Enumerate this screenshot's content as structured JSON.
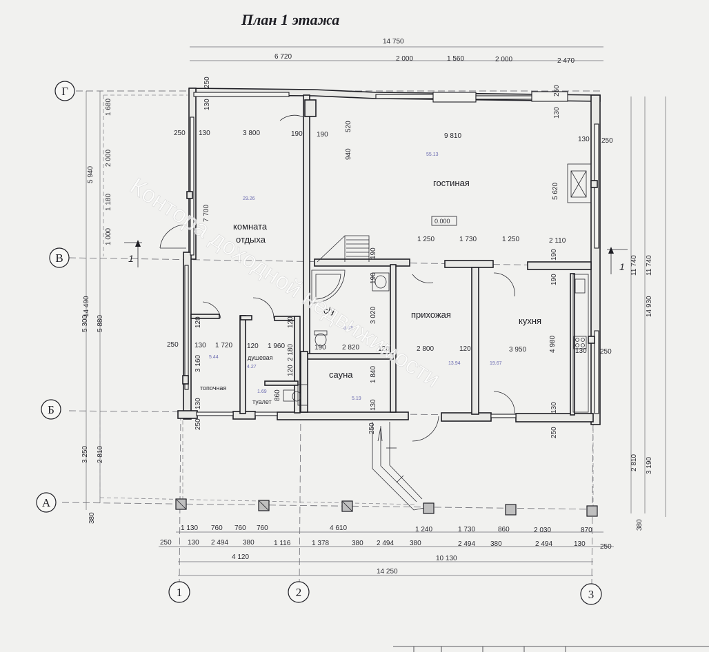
{
  "title": "План 1 этажа",
  "axes": {
    "rows": [
      "Г",
      "В",
      "Б",
      "А"
    ],
    "cols": [
      "1",
      "2",
      "3"
    ]
  },
  "section_marks": [
    "1",
    "1"
  ],
  "rooms": {
    "gostinaya": "гостиная",
    "komnata_line1": "комната",
    "komnata_line2": "отдыха",
    "su": "с/у",
    "prihozhaya": "прихожая",
    "kuhnya": "кухня",
    "sauna": "сауна",
    "dushevaya": "душевая",
    "topochnaya": "топочная",
    "tualet": "туалет",
    "level_mark": "0.000"
  },
  "areas": {
    "gostinaya": "55.13",
    "komnata": "29.26",
    "su": "6.43",
    "prihozhaya": "13.94",
    "kuhnya": "19.67",
    "sauna": "5.19",
    "dushevaya": "4.27",
    "topochnaya": "5.44",
    "tualet": "1.69"
  },
  "dimensions": {
    "top_total": "14 750",
    "top_6720": "6 720",
    "top_2000a": "2 000",
    "top_1560": "1 560",
    "top_2000b": "2 000",
    "top_2470": "2 470",
    "left_14490": "14 490",
    "left_5940": "5 940",
    "left_5300": "5 300",
    "left_5880": "5 880",
    "left_3250": "3 250",
    "left_2810": "2 810",
    "left_1680": "1 680",
    "left_2000": "2 000",
    "left_1180": "1 180",
    "left_1000": "1 000",
    "left_380": "380",
    "right_14930": "14 930",
    "right_11740a": "11 740",
    "right_11740b": "11 740",
    "right_2810": "2 810",
    "right_3190": "3 190",
    "right_380": "380",
    "bot_1130": "1 130",
    "bot_760a": "760",
    "bot_760b": "760",
    "bot_760c": "760",
    "bot_4610": "4 610",
    "bot_1240": "1 240",
    "bot_1730": "1 730",
    "bot_860": "860",
    "bot_2030": "2 030",
    "bot_870": "870",
    "bot2_250a": "250",
    "bot2_130a": "130",
    "bot2_2494a": "2 494",
    "bot2_380a": "380",
    "bot2_1116": "1 116",
    "bot2_1378": "1 378",
    "bot2_380b": "380",
    "bot2_2494b": "2 494",
    "bot2_380c": "380",
    "bot2_2494c": "2 494",
    "bot2_380d": "380",
    "bot2_2494d": "2 494",
    "bot2_130b": "130",
    "bot2_250b": "250",
    "bot3_4120": "4 120",
    "bot3_10130": "10 130",
    "bot4_14250": "14 250",
    "in_250_top": "250",
    "in_130_top": "130",
    "in_250_left": "250",
    "in_130_left": "130",
    "in_3800": "3 800",
    "in_190a": "190",
    "in_190b": "190",
    "in_520": "520",
    "in_940": "940",
    "in_9810": "9 810",
    "in_130_r": "130",
    "in_250_r": "250",
    "in_250_tr": "250",
    "in_130_tr": "130",
    "in_5620": "5 620",
    "in_7700": "7 700",
    "in_1250a": "1 250",
    "in_1730": "1 730",
    "in_1250b": "1 250",
    "in_2110": "2 110",
    "in_190c": "190",
    "in_190d": "190",
    "in_190e": "190",
    "in_190f": "190",
    "in_3020": "3 020",
    "in_120a": "120",
    "in_120b": "120",
    "in_120c": "120",
    "in_120d": "120",
    "in_120e": "120",
    "in_250_b": "250",
    "in_130_b": "130",
    "in_1720": "1 720",
    "in_1960": "1 960",
    "in_2180": "2 180",
    "in_2820": "2 820",
    "in_190g": "190",
    "in_2800": "2 800",
    "in_3950": "3 950",
    "in_4980": "4 980",
    "in_130_k": "130",
    "in_250_k": "250",
    "in_3160": "3 160",
    "in_1840": "1 840",
    "in_130_s": "130",
    "in_860": "860",
    "in_250_bl": "250",
    "in_130_bl": "130",
    "in_250_p": "250",
    "in_130_kb": "130",
    "in_250_kb": "250"
  },
  "watermark": "Контора доходной недвижимости"
}
